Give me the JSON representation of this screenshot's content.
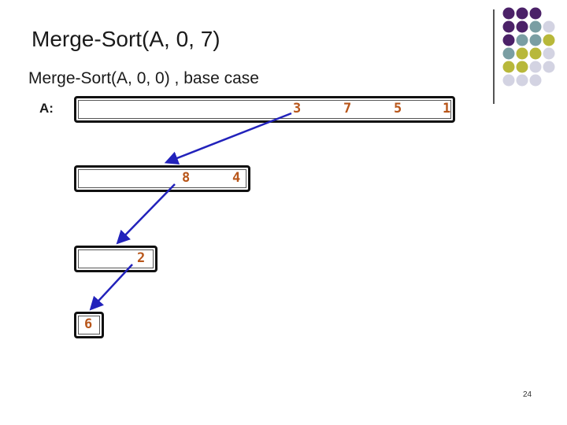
{
  "title": "Merge-Sort(A, 0, 7)",
  "subtitle": "Merge-Sort(A, 0, 0) , base case",
  "array_label": "A:",
  "level0_values": [
    "3",
    "7",
    "5",
    "1"
  ],
  "level1_values": [
    "8",
    "4"
  ],
  "level2_values": [
    "2"
  ],
  "level3_values": [
    "6"
  ],
  "page_number": "24",
  "colors": {
    "accent_purple": "#4b2168",
    "accent_teal": "#7a9ea3",
    "accent_olive": "#b8b83a",
    "accent_lavender": "#d3d3e2",
    "arrow_blue": "#2222bb",
    "cell_text": "#b8561a"
  }
}
